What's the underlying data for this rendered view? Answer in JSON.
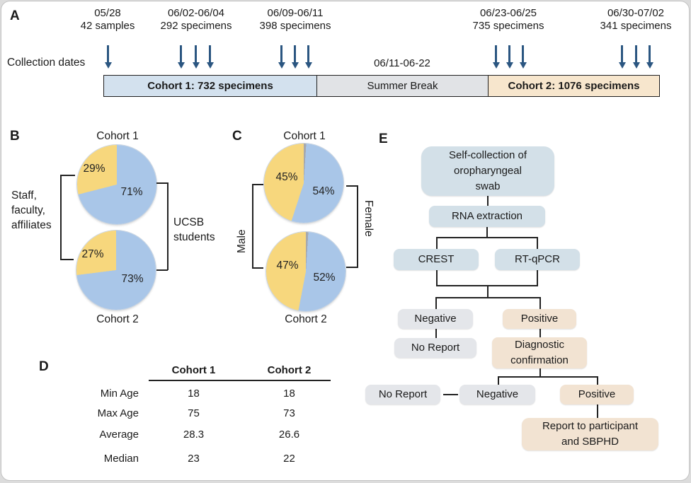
{
  "colors": {
    "arrow_blue": "#2b5681",
    "pie_blue": "#a9c6e8",
    "pie_yellow": "#f7d77d",
    "pie_sliver_gray": "#a6a9ad",
    "bar_cohort1_blue": "#d3e1ee",
    "bar_summer_gray": "#e1e3e6",
    "bar_cohort2_tan": "#f7e6cd",
    "box_blue": "#d3e0e8",
    "box_gray": "#e4e6ea",
    "box_tan": "#f2e3d2"
  },
  "panelA": {
    "label": "A",
    "axis_label": "Collection dates",
    "events": [
      {
        "date": "05/28",
        "count": "42 samples",
        "arrows": 1
      },
      {
        "date": "06/02-06/04",
        "count": "292 specimens",
        "arrows": 3
      },
      {
        "date": "06/09-06/11",
        "count": "398 specimens",
        "arrows": 3
      },
      {
        "date": "06/23-06/25",
        "count": "735 specimens",
        "arrows": 3
      },
      {
        "date": "06/30-07/02",
        "count": "341 specimens",
        "arrows": 3
      }
    ],
    "summer_dates": "06/11-06-22",
    "bar_sections": [
      {
        "label": "Cohort 1: 732 specimens"
      },
      {
        "label": "Summer Break"
      },
      {
        "label": "Cohort 2: 1076 specimens"
      }
    ]
  },
  "panelB": {
    "label": "B",
    "left_group_label": "Staff,\nfaculty,\naffiliates",
    "right_group_label": "UCSB\nstudents"
  },
  "panelC": {
    "label": "C",
    "left_group_label": "Male",
    "right_group_label": "Female"
  },
  "panelD": {
    "label": "D"
  },
  "panelE": {
    "label": "E",
    "nodes": {
      "self_collection": "Self-collection of\noropharyngeal\nswab",
      "rna": "RNA extraction",
      "crest": "CREST",
      "rtqpcr": "RT-qPCR",
      "negative1": "Negative",
      "positive1": "Positive",
      "no_report1": "No Report",
      "diag": "Diagnostic\nconfirmation",
      "no_report2": "No Report",
      "negative2": "Negative",
      "positive2": "Positive",
      "report": "Report to participant\nand SBPHD"
    }
  },
  "chart_data": [
    {
      "type": "pie",
      "panel": "B",
      "title": "Cohort 1",
      "slices": [
        {
          "name": "UCSB students",
          "value": 71,
          "color": "#a9c6e8",
          "text": "71%"
        },
        {
          "name": "Staff, faculty, affiliates",
          "value": 29,
          "color": "#f7d77d",
          "text": "29%"
        }
      ]
    },
    {
      "type": "pie",
      "panel": "B",
      "title": "Cohort 2",
      "slices": [
        {
          "name": "UCSB students",
          "value": 73,
          "color": "#a9c6e8",
          "text": "73%"
        },
        {
          "name": "Staff, faculty, affiliates",
          "value": 27,
          "color": "#f7d77d",
          "text": "27%"
        }
      ]
    },
    {
      "type": "pie",
      "panel": "C",
      "title": "Cohort 1",
      "slices": [
        {
          "name": "Female",
          "value": 54,
          "color": "#a9c6e8",
          "text": "54%"
        },
        {
          "name": "Male",
          "value": 45,
          "color": "#f7d77d",
          "text": "45%"
        },
        {
          "name": "unlabeled",
          "value": 1,
          "color": "#a6a9ad",
          "text": ""
        }
      ]
    },
    {
      "type": "pie",
      "panel": "C",
      "title": "Cohort 2",
      "slices": [
        {
          "name": "Female",
          "value": 52,
          "color": "#a9c6e8",
          "text": "52%"
        },
        {
          "name": "Male",
          "value": 47,
          "color": "#f7d77d",
          "text": "47%"
        },
        {
          "name": "unlabeled",
          "value": 1,
          "color": "#a6a9ad",
          "text": ""
        }
      ]
    },
    {
      "type": "table",
      "panel": "D",
      "columns": [
        "",
        "Cohort 1",
        "Cohort 2"
      ],
      "rows": [
        [
          "Min Age",
          "18",
          "18"
        ],
        [
          "Max Age",
          "75",
          "73"
        ],
        [
          "Average",
          "28.3",
          "26.6"
        ],
        [
          "Median",
          "23",
          "22"
        ]
      ]
    }
  ]
}
